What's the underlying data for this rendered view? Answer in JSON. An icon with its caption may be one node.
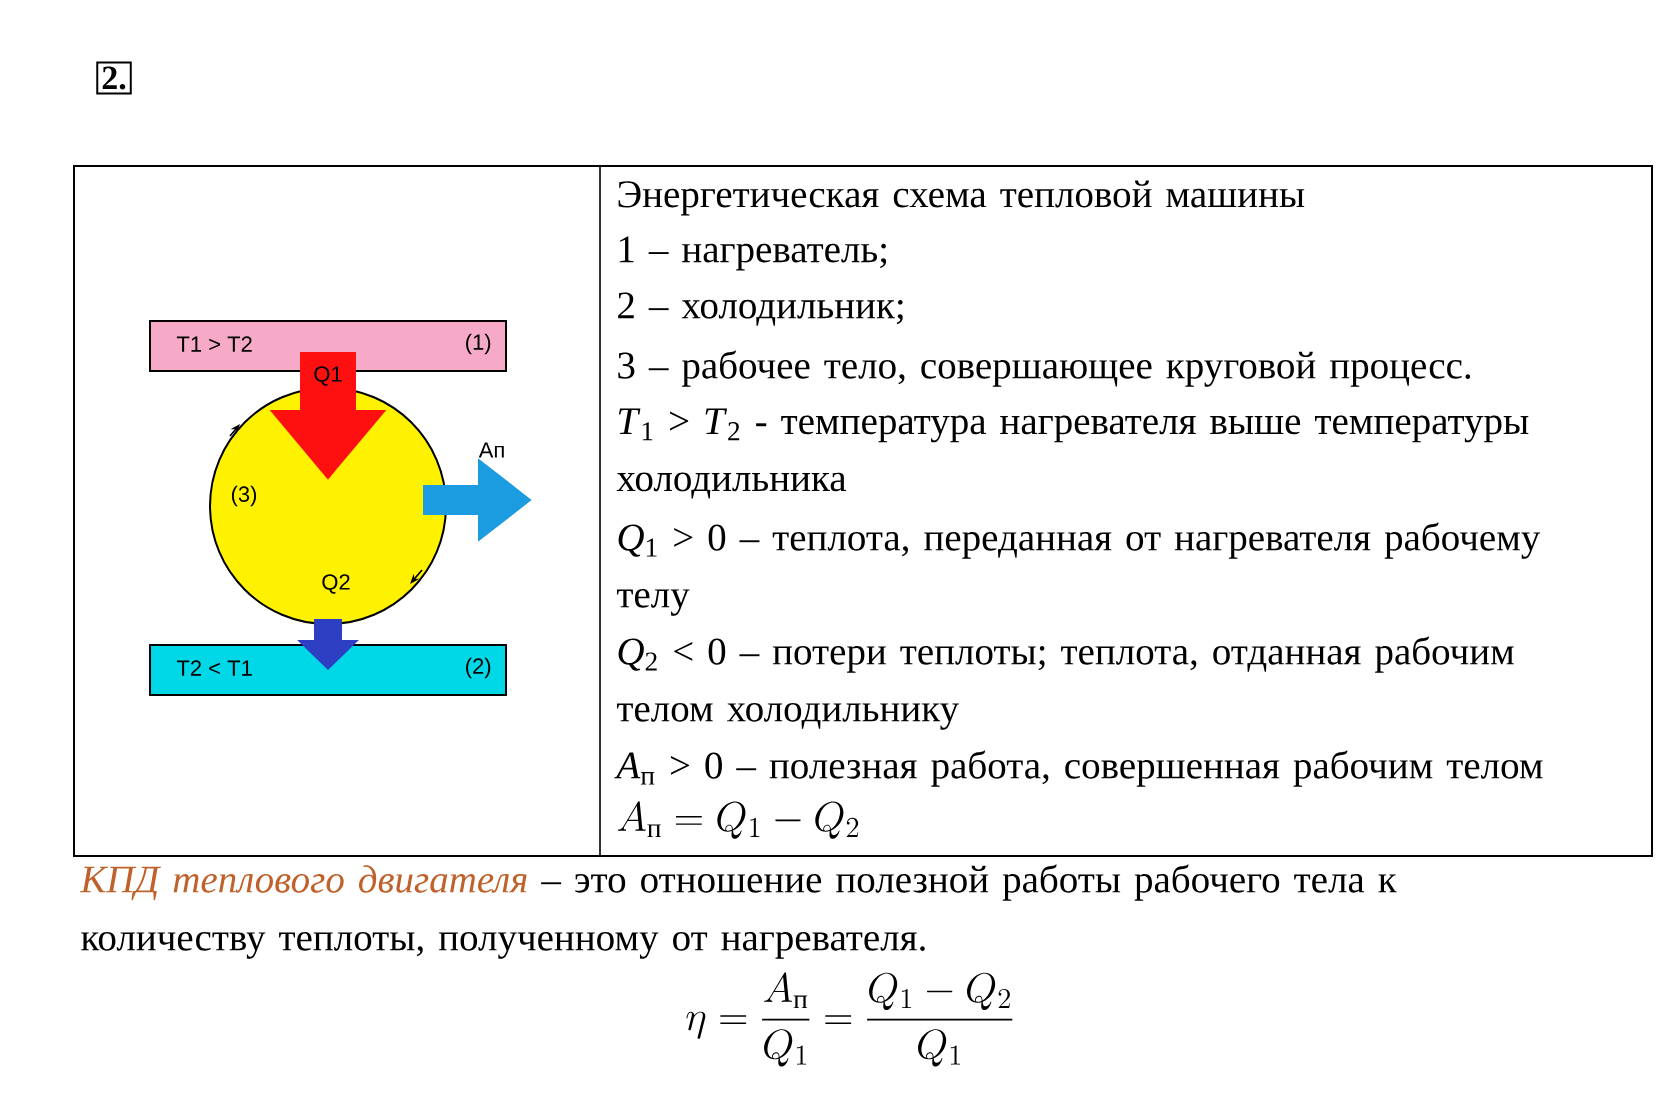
{
  "diagram": {
    "nodes": [
      {
        "text": [
          "T1 > T2",
          "(1)"
        ]
      },
      {
        "text": [
          "(3)"
        ]
      },
      {
        "text": [
          "T2 < T1",
          "(2)"
        ]
      }
    ],
    "edges": [
      {
        "from": 0,
        "to": 1,
        "arrow": "to",
        "label": "Q1",
        "style": "thick",
        "color": "#ff1010"
      },
      {
        "from": 1,
        "to": 2,
        "arrow": "to",
        "label": "Q2",
        "color": "#2e3fc4"
      },
      {
        "from": 1,
        "to": null,
        "arrow": "to",
        "label": "Ап",
        "color": "#1c9ce0"
      }
    ],
    "labels": [
      "2.",
      "Энергетическая схема тепловой машины",
      "1 – нагреватель;",
      "2 – холодильник;",
      "3 – рабочее тело, совершающее круговой процесс.",
      "*T*$_{1}$ > *T*$_{2}$ - температура нагревателя выше температуры холодильника",
      "*Q*$_{1}$ > 0 – теплота, переданная от нагревателя рабочему телу",
      "*Q*$_{2}$ < 0 – потери теплоты; теплота, отданная рабочим телом холодильнику",
      "*A*$_{п}$ > 0 – полезная работа, совершенная рабочим телом",
      "A_{\\text{п}} = Q_1 - Q_2",
      "КПД теплового двигателя",
      "– это отношение полезной работы рабочего тела к количеству теплоты, полученному от нагревателя.",
      "\\eta = \\frac{A_{\\text{п}}}{Q_1} = \\frac{Q_1 - Q_2}{Q_1}"
    ]
  }
}
